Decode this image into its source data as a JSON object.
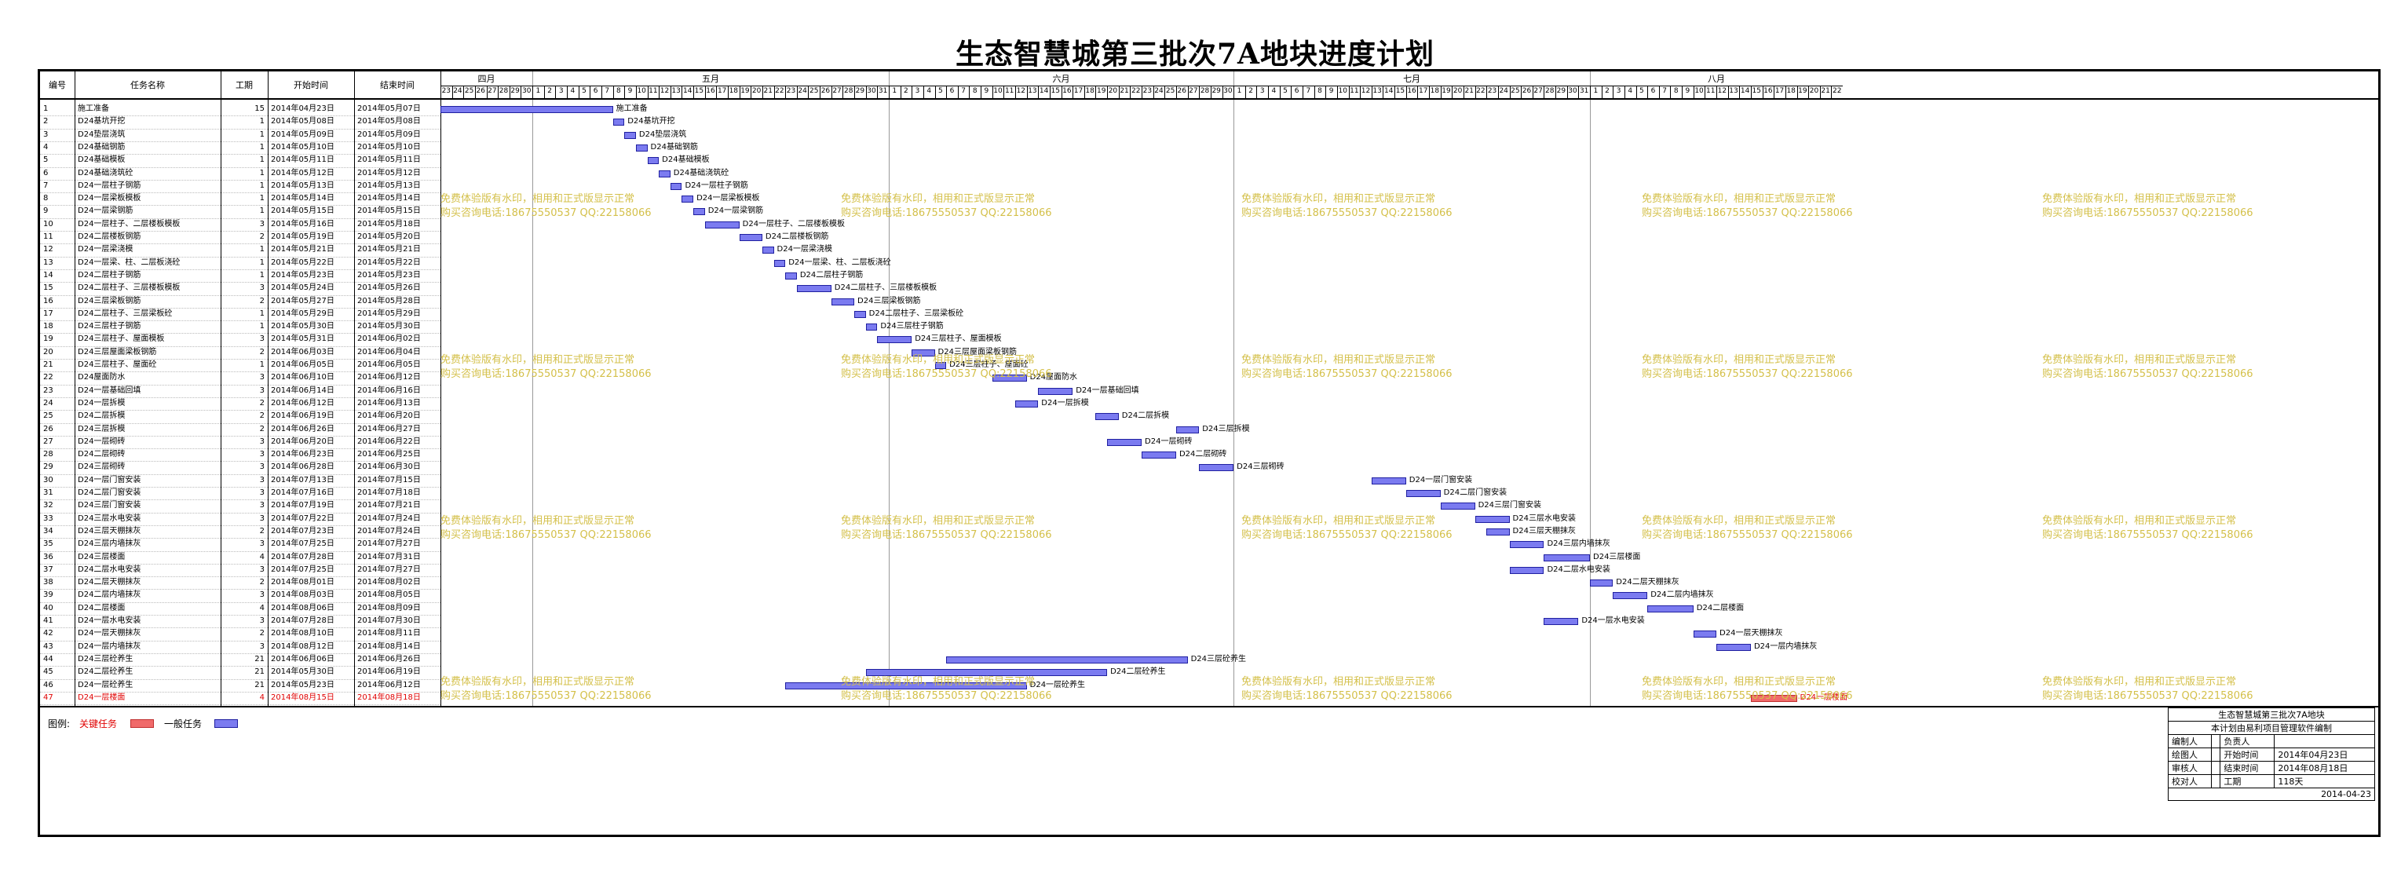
{
  "title": "生态智慧城第三批次7A地块进度计划",
  "table_headers": {
    "id": "编号",
    "name": "任务名称",
    "duration": "工期",
    "start": "开始时间",
    "end": "结束时间"
  },
  "months": [
    {
      "label": "四月",
      "days": [
        23,
        24,
        25,
        26,
        27,
        28,
        29,
        30
      ]
    },
    {
      "label": "五月",
      "days": [
        1,
        2,
        3,
        4,
        5,
        6,
        7,
        8,
        9,
        10,
        11,
        12,
        13,
        14,
        15,
        16,
        17,
        18,
        19,
        20,
        21,
        22,
        23,
        24,
        25,
        26,
        27,
        28,
        29,
        30,
        31
      ]
    },
    {
      "label": "六月",
      "days": [
        1,
        2,
        3,
        4,
        5,
        6,
        7,
        8,
        9,
        10,
        11,
        12,
        13,
        14,
        15,
        16,
        17,
        18,
        19,
        20,
        21,
        22,
        23,
        24,
        25,
        26,
        27,
        28,
        29,
        30
      ]
    },
    {
      "label": "七月",
      "days": [
        1,
        2,
        3,
        4,
        5,
        6,
        7,
        8,
        9,
        10,
        11,
        12,
        13,
        14,
        15,
        16,
        17,
        18,
        19,
        20,
        21,
        22,
        23,
        24,
        25,
        26,
        27,
        28,
        29,
        30,
        31
      ]
    },
    {
      "label": "八月",
      "days": [
        1,
        2,
        3,
        4,
        5,
        6,
        7,
        8,
        9,
        10,
        11,
        12,
        13,
        14,
        15,
        16,
        17,
        18,
        19,
        20,
        21,
        22
      ]
    }
  ],
  "tasks": [
    {
      "id": "1",
      "name": "施工准备",
      "dur": "15",
      "start": "2014年04月23日",
      "end": "2014年05月07日",
      "bar_label": "施工准备"
    },
    {
      "id": "2",
      "name": "D24基坑开挖",
      "dur": "1",
      "start": "2014年05月08日",
      "end": "2014年05月08日",
      "bar_label": "D24基坑开挖"
    },
    {
      "id": "3",
      "name": "D24垫层浇筑",
      "dur": "1",
      "start": "2014年05月09日",
      "end": "2014年05月09日",
      "bar_label": "D24垫层浇筑"
    },
    {
      "id": "4",
      "name": "D24基础钢筋",
      "dur": "1",
      "start": "2014年05月10日",
      "end": "2014年05月10日",
      "bar_label": "D24基础钢筋"
    },
    {
      "id": "5",
      "name": "D24基础模板",
      "dur": "1",
      "start": "2014年05月11日",
      "end": "2014年05月11日",
      "bar_label": "D24基础模板"
    },
    {
      "id": "6",
      "name": "D24基础浇筑砼",
      "dur": "1",
      "start": "2014年05月12日",
      "end": "2014年05月12日",
      "bar_label": "D24基础浇筑砼"
    },
    {
      "id": "7",
      "name": "D24一层柱子钢筋",
      "dur": "1",
      "start": "2014年05月13日",
      "end": "2014年05月13日",
      "bar_label": "D24一层柱子钢筋"
    },
    {
      "id": "8",
      "name": "D24一层梁板模板",
      "dur": "1",
      "start": "2014年05月14日",
      "end": "2014年05月14日",
      "bar_label": "D24一层梁板模板"
    },
    {
      "id": "9",
      "name": "D24一层梁钢筋",
      "dur": "1",
      "start": "2014年05月15日",
      "end": "2014年05月15日",
      "bar_label": "D24一层梁钢筋"
    },
    {
      "id": "10",
      "name": "D24一层柱子、二层楼板模板",
      "dur": "3",
      "start": "2014年05月16日",
      "end": "2014年05月18日",
      "bar_label": "D24一层柱子、二层楼板模板"
    },
    {
      "id": "11",
      "name": "D24二层楼板钢筋",
      "dur": "2",
      "start": "2014年05月19日",
      "end": "2014年05月20日",
      "bar_label": "D24二层楼板钢筋"
    },
    {
      "id": "12",
      "name": "D24一层梁浇模",
      "dur": "1",
      "start": "2014年05月21日",
      "end": "2014年05月21日",
      "bar_label": "D24一层梁浇模"
    },
    {
      "id": "13",
      "name": "D24一层梁、柱、二层板浇砼",
      "dur": "1",
      "start": "2014年05月22日",
      "end": "2014年05月22日",
      "bar_label": "D24一层梁、柱、二层板浇砼"
    },
    {
      "id": "14",
      "name": "D24二层柱子钢筋",
      "dur": "1",
      "start": "2014年05月23日",
      "end": "2014年05月23日",
      "bar_label": "D24二层柱子钢筋"
    },
    {
      "id": "15",
      "name": "D24二层柱子、三层楼板模板",
      "dur": "3",
      "start": "2014年05月24日",
      "end": "2014年05月26日",
      "bar_label": "D24二层柱子、三层楼板模板"
    },
    {
      "id": "16",
      "name": "D24三层梁板钢筋",
      "dur": "2",
      "start": "2014年05月27日",
      "end": "2014年05月28日",
      "bar_label": "D24三层梁板钢筋"
    },
    {
      "id": "17",
      "name": "D24二层柱子、三层梁板砼",
      "dur": "1",
      "start": "2014年05月29日",
      "end": "2014年05月29日",
      "bar_label": "D24二层柱子、三层梁板砼"
    },
    {
      "id": "18",
      "name": "D24三层柱子钢筋",
      "dur": "1",
      "start": "2014年05月30日",
      "end": "2014年05月30日",
      "bar_label": "D24三层柱子钢筋"
    },
    {
      "id": "19",
      "name": "D24三层柱子、屋面模板",
      "dur": "3",
      "start": "2014年05月31日",
      "end": "2014年06月02日",
      "bar_label": "D24三层柱子、屋面模板"
    },
    {
      "id": "20",
      "name": "D24三层屋面梁板钢筋",
      "dur": "2",
      "start": "2014年06月03日",
      "end": "2014年06月04日",
      "bar_label": "D24三层屋面梁板钢筋"
    },
    {
      "id": "21",
      "name": "D24三层柱子、屋面砼",
      "dur": "1",
      "start": "2014年06月05日",
      "end": "2014年06月05日",
      "bar_label": "D24三层柱子、屋面砼"
    },
    {
      "id": "22",
      "name": "D24屋面防水",
      "dur": "3",
      "start": "2014年06月10日",
      "end": "2014年06月12日",
      "bar_label": "D24屋面防水"
    },
    {
      "id": "23",
      "name": "D24一层基础回填",
      "dur": "3",
      "start": "2014年06月14日",
      "end": "2014年06月16日",
      "bar_label": "D24一层基础回填"
    },
    {
      "id": "24",
      "name": "D24一层拆模",
      "dur": "2",
      "start": "2014年06月12日",
      "end": "2014年06月13日",
      "bar_label": "D24一层拆模"
    },
    {
      "id": "25",
      "name": "D24二层拆模",
      "dur": "2",
      "start": "2014年06月19日",
      "end": "2014年06月20日",
      "bar_label": "D24二层拆模"
    },
    {
      "id": "26",
      "name": "D24三层拆模",
      "dur": "2",
      "start": "2014年06月26日",
      "end": "2014年06月27日",
      "bar_label": "D24三层拆模"
    },
    {
      "id": "27",
      "name": "D24一层砌砖",
      "dur": "3",
      "start": "2014年06月20日",
      "end": "2014年06月22日",
      "bar_label": "D24一层砌砖"
    },
    {
      "id": "28",
      "name": "D24二层砌砖",
      "dur": "3",
      "start": "2014年06月23日",
      "end": "2014年06月25日",
      "bar_label": "D24二层砌砖"
    },
    {
      "id": "29",
      "name": "D24三层砌砖",
      "dur": "3",
      "start": "2014年06月28日",
      "end": "2014年06月30日",
      "bar_label": "D24三层砌砖"
    },
    {
      "id": "30",
      "name": "D24一层门窗安装",
      "dur": "3",
      "start": "2014年07月13日",
      "end": "2014年07月15日",
      "bar_label": "D24一层门窗安装"
    },
    {
      "id": "31",
      "name": "D24二层门窗安装",
      "dur": "3",
      "start": "2014年07月16日",
      "end": "2014年07月18日",
      "bar_label": "D24二层门窗安装"
    },
    {
      "id": "32",
      "name": "D24三层门窗安装",
      "dur": "3",
      "start": "2014年07月19日",
      "end": "2014年07月21日",
      "bar_label": "D24三层门窗安装"
    },
    {
      "id": "33",
      "name": "D24三层水电安装",
      "dur": "3",
      "start": "2014年07月22日",
      "end": "2014年07月24日",
      "bar_label": "D24三层水电安装"
    },
    {
      "id": "34",
      "name": "D24三层天棚抹灰",
      "dur": "2",
      "start": "2014年07月23日",
      "end": "2014年07月24日",
      "bar_label": "D24三层天棚抹灰"
    },
    {
      "id": "35",
      "name": "D24三层内墙抹灰",
      "dur": "3",
      "start": "2014年07月25日",
      "end": "2014年07月27日",
      "bar_label": "D24三层内墙抹灰"
    },
    {
      "id": "36",
      "name": "D24三层楼面",
      "dur": "4",
      "start": "2014年07月28日",
      "end": "2014年07月31日",
      "bar_label": "D24三层楼面"
    },
    {
      "id": "37",
      "name": "D24二层水电安装",
      "dur": "3",
      "start": "2014年07月25日",
      "end": "2014年07月27日",
      "bar_label": "D24二层水电安装"
    },
    {
      "id": "38",
      "name": "D24二层天棚抹灰",
      "dur": "2",
      "start": "2014年08月01日",
      "end": "2014年08月02日",
      "bar_label": "D24二层天棚抹灰"
    },
    {
      "id": "39",
      "name": "D24二层内墙抹灰",
      "dur": "3",
      "start": "2014年08月03日",
      "end": "2014年08月05日",
      "bar_label": "D24二层内墙抹灰"
    },
    {
      "id": "40",
      "name": "D24二层楼面",
      "dur": "4",
      "start": "2014年08月06日",
      "end": "2014年08月09日",
      "bar_label": "D24二层楼面"
    },
    {
      "id": "41",
      "name": "D24一层水电安装",
      "dur": "3",
      "start": "2014年07月28日",
      "end": "2014年07月30日",
      "bar_label": "D24一层水电安装"
    },
    {
      "id": "42",
      "name": "D24一层天棚抹灰",
      "dur": "2",
      "start": "2014年08月10日",
      "end": "2014年08月11日",
      "bar_label": "D24一层天棚抹灰"
    },
    {
      "id": "43",
      "name": "D24一层内墙抹灰",
      "dur": "3",
      "start": "2014年08月12日",
      "end": "2014年08月14日",
      "bar_label": "D24一层内墙抹灰"
    },
    {
      "id": "44",
      "name": "D24三层砼养生",
      "dur": "21",
      "start": "2014年06月06日",
      "end": "2014年06月26日",
      "bar_label": "D24三层砼养生"
    },
    {
      "id": "45",
      "name": "D24二层砼养生",
      "dur": "21",
      "start": "2014年05月30日",
      "end": "2014年06月19日",
      "bar_label": "D24二层砼养生"
    },
    {
      "id": "46",
      "name": "D24一层砼养生",
      "dur": "21",
      "start": "2014年05月23日",
      "end": "2014年06月12日",
      "bar_label": "D24一层砼养生"
    },
    {
      "id": "47",
      "name": "D24一层楼面",
      "dur": "4",
      "start": "2014年08月15日",
      "end": "2014年08月18日",
      "bar_label": "D24一层楼面",
      "critical": true
    }
  ],
  "watermark": {
    "line1": "免费体验版有水印，相用和正式版显示正常",
    "line2": "购买咨询电话:18675550537 QQ:22158066"
  },
  "legend": {
    "label": "图例:",
    "critical": "关键任务",
    "normal": "一般任务",
    "critical_color": "#f06a6a",
    "normal_color": "#7b7bf0"
  },
  "info_box": {
    "project": "生态智慧城第三批次7A地块",
    "note": "本计划由易利项目管理软件编制",
    "rows": [
      {
        "k1": "编制人",
        "v1": "",
        "k2": "负责人",
        "v2": ""
      },
      {
        "k1": "绘图人",
        "v1": "",
        "k2": "开始时间",
        "v2": "2014年04月23日"
      },
      {
        "k1": "审核人",
        "v1": "",
        "k2": "结束时间",
        "v2": "2014年08月18日"
      },
      {
        "k1": "校对人",
        "v1": "",
        "k2": "工期",
        "v2": "118天"
      }
    ],
    "date": "2014-04-23"
  }
}
